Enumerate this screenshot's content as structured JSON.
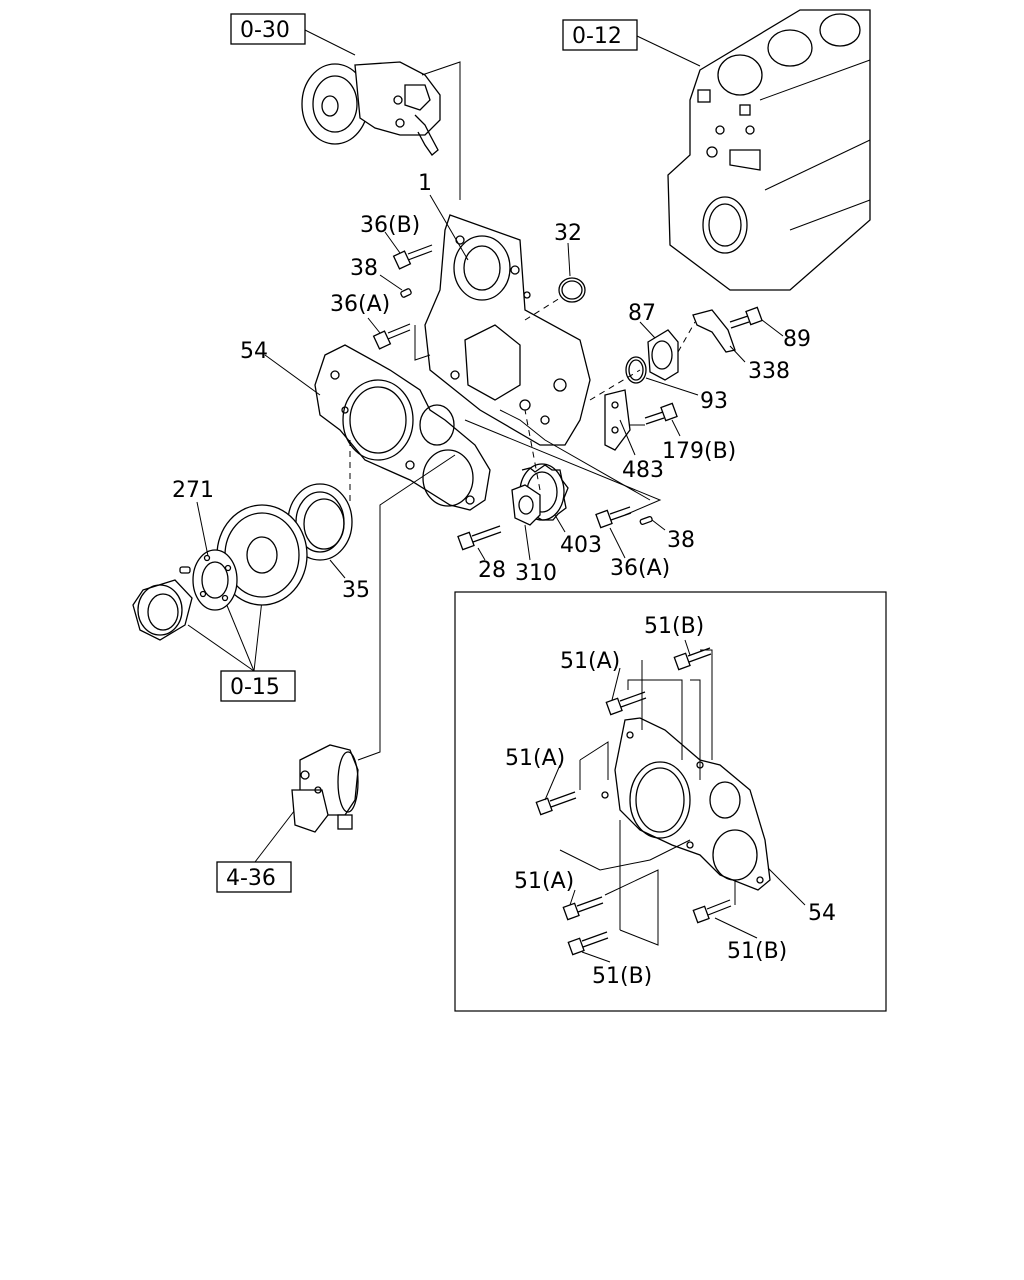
{
  "refs": {
    "r0_30": "0-30",
    "r0_12": "0-12",
    "r0_15": "0-15",
    "r4_36": "4-36"
  },
  "labels": {
    "p1": "1",
    "p36b": "36(B)",
    "p38a": "38",
    "p36a1": "36(A)",
    "p32": "32",
    "p87": "87",
    "p89": "89",
    "p338": "338",
    "p93": "93",
    "p54a": "54",
    "p179b": "179(B)",
    "p483": "483",
    "p271": "271",
    "p38b": "38",
    "p403": "403",
    "p28": "28",
    "p310": "310",
    "p36a2": "36(A)",
    "p35": "35"
  },
  "inset": {
    "i51b1": "51(B)",
    "i51a1": "51(A)",
    "i51a2": "51(A)",
    "i51a3": "51(A)",
    "i54": "54",
    "i51b2": "51(B)",
    "i51b3": "51(B)"
  }
}
